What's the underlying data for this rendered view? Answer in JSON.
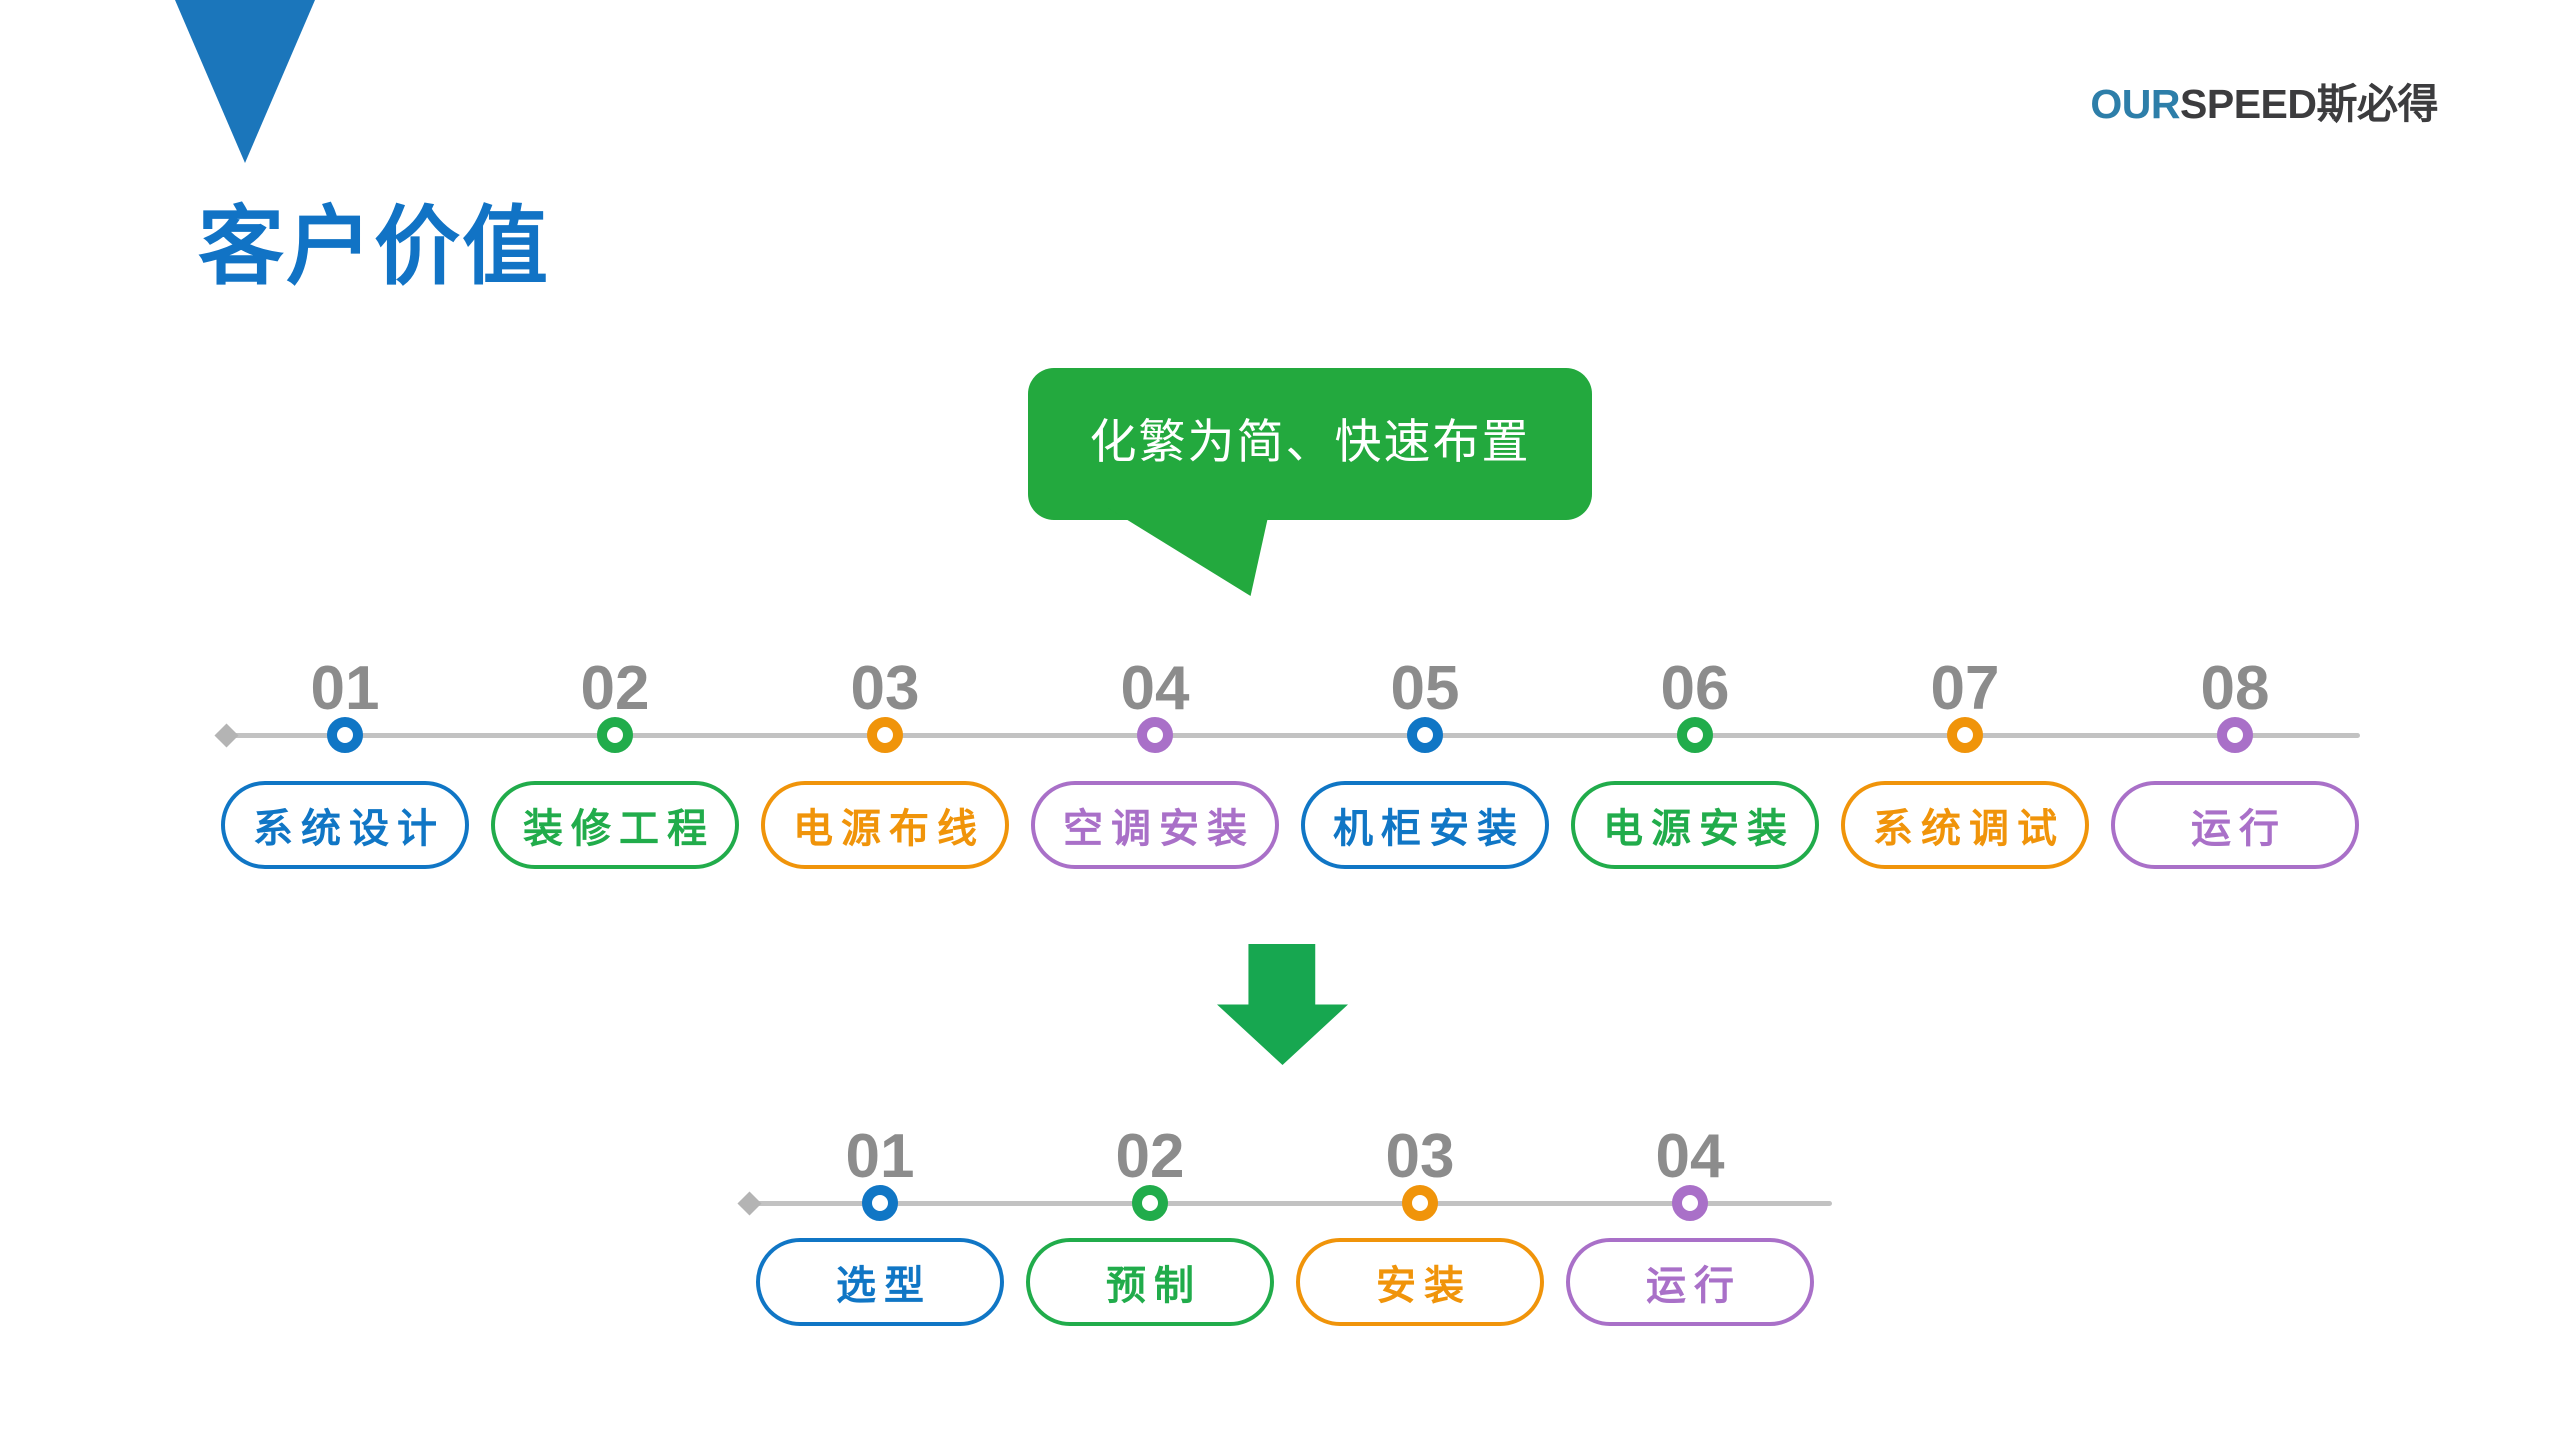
{
  "brand": {
    "logo_prefix": "OUR",
    "logo_suffix": "SPEED斯必得"
  },
  "header": {
    "title": "客户价值"
  },
  "callout": {
    "text": "化繁为简、快速布置"
  },
  "timeline_top": {
    "steps": [
      {
        "num": "01",
        "label": "系统设计",
        "color": "blue"
      },
      {
        "num": "02",
        "label": "装修工程",
        "color": "green"
      },
      {
        "num": "03",
        "label": "电源布线",
        "color": "orange"
      },
      {
        "num": "04",
        "label": "空调安装",
        "color": "purple"
      },
      {
        "num": "05",
        "label": "机柜安装",
        "color": "blue"
      },
      {
        "num": "06",
        "label": "电源安装",
        "color": "green"
      },
      {
        "num": "07",
        "label": "系统调试",
        "color": "orange"
      },
      {
        "num": "08",
        "label": "运行",
        "color": "purple"
      }
    ]
  },
  "timeline_bottom": {
    "steps": [
      {
        "num": "01",
        "label": "选型",
        "color": "blue"
      },
      {
        "num": "02",
        "label": "预制",
        "color": "green"
      },
      {
        "num": "03",
        "label": "安装",
        "color": "orange"
      },
      {
        "num": "04",
        "label": "运行",
        "color": "purple"
      }
    ]
  },
  "colors": {
    "palette": {
      "blue": "#1076C5",
      "green": "#21AC4B",
      "orange": "#F0940A",
      "purple": "#A970C8"
    },
    "title_blue": "#1173C5",
    "triangle_blue": "#1B76BB",
    "logo_blue": "#2D7EA9",
    "logo_dark": "#3C3C3E",
    "bubble_green": "#23A93E",
    "arrow_green": "#17A750",
    "number_gray": "#8C8C8C",
    "line_gray": "#C2C2C2",
    "diamond_gray": "#B4B4B4"
  }
}
